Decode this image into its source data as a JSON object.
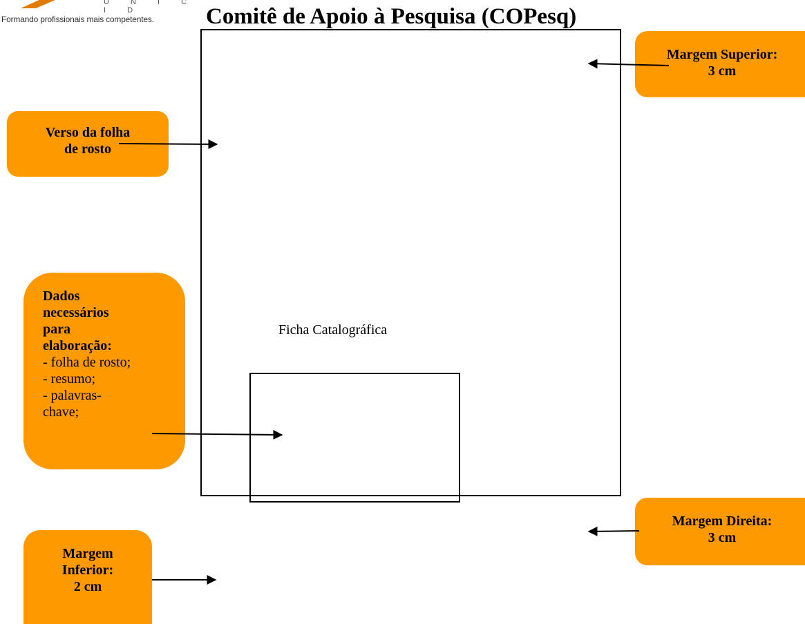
{
  "header": {
    "logo_letters": "U N I C I D",
    "tagline": "Formando profissionais mais competentes.",
    "title": "Comitê de Apoio à Pesquisa (COPesq)"
  },
  "page": {
    "ficha_label": "Ficha Catalográfica"
  },
  "callouts": {
    "superior": {
      "line1": "Margem Superior:",
      "line2": "3 cm"
    },
    "verso": {
      "line1": "Verso da folha",
      "line2": "de rosto"
    },
    "dados": {
      "title_lines": [
        "Dados",
        "necessários",
        "para",
        "elaboração:"
      ],
      "items": [
        "- folha de rosto;",
        "- resumo;",
        "- palavras-",
        "chave;"
      ]
    },
    "direita": {
      "line1": "Margem Direita:",
      "line2": "3 cm"
    },
    "inferior": {
      "line1": "Margem",
      "line2": "Inferior:",
      "line3": "2 cm"
    }
  },
  "colors": {
    "callout_fill": "#ff9900",
    "line": "#000000"
  }
}
